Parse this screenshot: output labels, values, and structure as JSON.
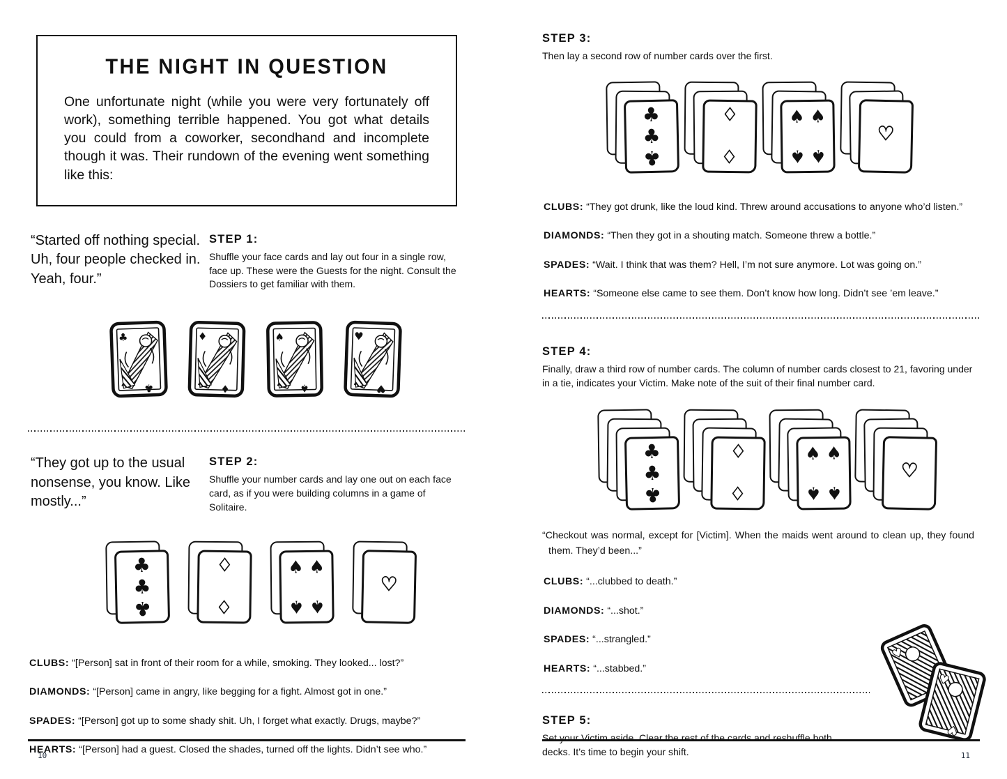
{
  "ink_color": "#111111",
  "paper_color": "#ffffff",
  "glyphs": {
    "club": "♣",
    "diamond": "♦",
    "spade": "♠",
    "heart": "♥",
    "diamond_outline": "♢",
    "heart_outline": "♡"
  },
  "left_page": {
    "title_box": {
      "title": "THE NIGHT IN QUESTION",
      "body": "One unfortunate night (while you were very fortunately off work), something terrible happened. You got what details you could from a coworker, secondhand and incomplete though it was. Their rundown of the evening went something like this:"
    },
    "step1": {
      "quote": "“Started off nothing special. Uh, four people checked in. Yeah, four.”",
      "heading": "STEP 1:",
      "body": "Shuffle your face cards and lay out four in a single row, face up. These were the Guests for the night. Consult the Dossiers to get familiar with them."
    },
    "face_cards": [
      {
        "suit": "club"
      },
      {
        "suit": "diamond"
      },
      {
        "suit": "spade"
      },
      {
        "suit": "heart"
      }
    ],
    "step2": {
      "quote": "“They got up to the usual nonsense, you know. Like mostly...”",
      "heading": "STEP 2:",
      "body": "Shuffle your number cards and lay one out on each face card, as if you were building columns in a game of Solitaire."
    },
    "suit_reports": [
      {
        "label": "CLUBS:",
        "text": "“[Person] sat in front of their room for a while, smoking. They looked... lost?”"
      },
      {
        "label": "DIAMONDS:",
        "text": "“[Person] came in angry, like begging for a fight. Almost got in one.”"
      },
      {
        "label": "SPADES:",
        "text": "“[Person] got up to some shady shit. Uh, I forget what exactly. Drugs, maybe?”"
      },
      {
        "label": "HEARTS:",
        "text": "“[Person] had a guest. Closed the shades, turned off the lights. Didn’t see who.”"
      }
    ],
    "page_number": "10"
  },
  "right_page": {
    "step3": {
      "heading": "STEP 3:",
      "body": "Then lay a second row of number cards over the first."
    },
    "step3_suit_reports": [
      {
        "label": "CLUBS:",
        "text": "“They got drunk, like the loud kind. Threw around accusations to anyone who’d listen.”"
      },
      {
        "label": "DIAMONDS:",
        "text": "“Then they got in a shouting match. Someone threw a bottle.”"
      },
      {
        "label": "SPADES:",
        "text": "“Wait. I think that was them? Hell, I’m not sure anymore. Lot was going on.”"
      },
      {
        "label": "HEARTS:",
        "text": "“Someone else came to see them. Don’t know how long. Didn’t see ’em leave.”"
      }
    ],
    "step4": {
      "heading": "STEP 4:",
      "body": "Finally, draw a third row of number cards. The column of number cards closest to 21, favoring under in a tie, indicates your Victim. Make note of the suit of their final number card."
    },
    "victim_quote": "“Checkout was normal, except for [Victim]. When the maids went around to clean up, they found them. They’d been...”",
    "step4_suit_reports": [
      {
        "label": "CLUBS:",
        "text": "“...clubbed to death.”"
      },
      {
        "label": "DIAMONDS:",
        "text": "“...shot.”"
      },
      {
        "label": "SPADES:",
        "text": "“...strangled.”"
      },
      {
        "label": "HEARTS:",
        "text": "“...stabbed.”"
      }
    ],
    "step5": {
      "heading": "STEP 5:",
      "body": "Set your Victim aside. Clear the rest of the cards and reshuffle both decks. It’s time to begin your shift."
    },
    "page_number": "11"
  },
  "cards": {
    "number_cards": [
      {
        "suit": "club",
        "pips": 3,
        "glyph": "♣",
        "outline": false
      },
      {
        "suit": "diamond",
        "pips": 2,
        "glyph": "♢",
        "outline": true
      },
      {
        "suit": "spade",
        "pips": 4,
        "glyph": "♠",
        "outline": false
      },
      {
        "suit": "heart",
        "pips": 1,
        "glyph": "♡",
        "outline": true
      }
    ],
    "stack_layers": {
      "step2": 2,
      "step3": 3,
      "step4": 4
    },
    "decorative_suits": [
      "heart",
      "heart"
    ]
  }
}
